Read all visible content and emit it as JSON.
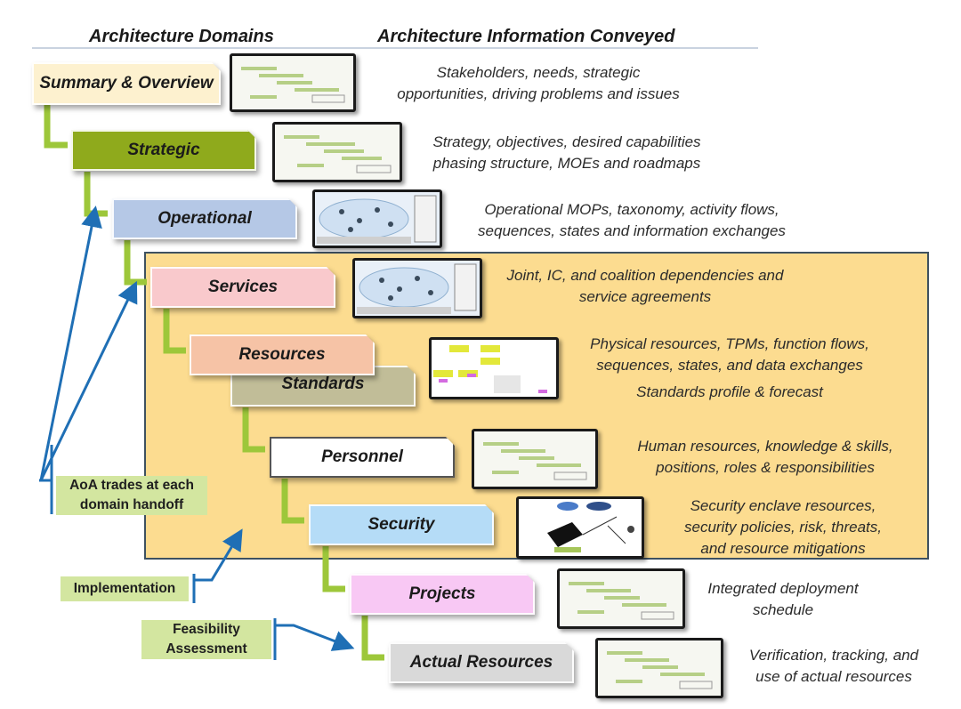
{
  "headers": {
    "left": "Architecture Domains",
    "right": "Architecture Information Conveyed"
  },
  "domains": [
    {
      "label": "Summary & Overview",
      "color": "#fdf1cf",
      "thumbnail": "gantt-chart-thumbnail",
      "description": [
        "Stakeholders, needs, strategic",
        "opportunities, driving problems and issues"
      ]
    },
    {
      "label": "Strategic",
      "color": "#8faa1c",
      "thumbnail": "gantt-chart-thumbnail",
      "description": [
        "Strategy, objectives, desired capabilities",
        "phasing structure, MOEs and roadmaps"
      ]
    },
    {
      "label": "Operational",
      "color": "#b5c8e6",
      "thumbnail": "map-diagram-thumbnail",
      "description": [
        "Operational MOPs, taxonomy, activity flows,",
        "sequences, states and information exchanges"
      ]
    },
    {
      "label": "Services",
      "color": "#f9c9cc",
      "thumbnail": "map-diagram-thumbnail",
      "description": [
        "Joint, IC, and coalition dependencies and",
        "service agreements"
      ]
    },
    {
      "label": "Resources",
      "color": "#f6c3a6",
      "thumbnail": "block-diagram-thumbnail",
      "description": [
        "Physical resources, TPMs, function flows,",
        "sequences, states, and data exchanges"
      ]
    },
    {
      "label": "Standards",
      "color": "#c1bd98",
      "thumbnail": "",
      "description": [
        "Standards profile & forecast"
      ]
    },
    {
      "label": "Personnel",
      "color": "#ffffff",
      "thumbnail": "gantt-chart-thumbnail",
      "description": [
        "Human resources, knowledge & skills,",
        "positions, roles & responsibilities"
      ]
    },
    {
      "label": "Security",
      "color": "#b5dcf7",
      "thumbnail": "network-diagram-thumbnail",
      "description": [
        "Security enclave resources,",
        "security policies, risk, threats,",
        "and resource mitigations"
      ]
    },
    {
      "label": "Projects",
      "color": "#f8c8f4",
      "thumbnail": "gantt-chart-thumbnail",
      "description": [
        "Integrated deployment",
        "schedule"
      ]
    },
    {
      "label": "Actual Resources",
      "color": "#d9d9d9",
      "thumbnail": "gantt-chart-thumbnail",
      "description": [
        "Verification, tracking, and",
        "use of actual resources"
      ]
    }
  ],
  "notes": {
    "aoa": [
      "AoA trades at each",
      "domain handoff"
    ],
    "implementation": "Implementation",
    "feasibility": [
      "Feasibility",
      "Assessment"
    ]
  },
  "colors": {
    "connector": "#9dc73a",
    "arrow": "#1f6fb5",
    "highlight_region": "#fcdc90",
    "note_bg": "#d3e6a0"
  }
}
